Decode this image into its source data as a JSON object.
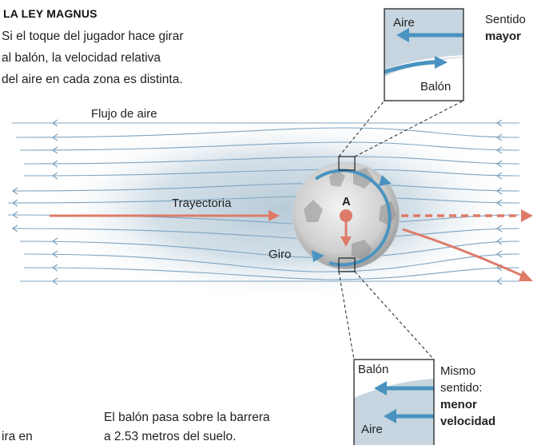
{
  "header": {
    "title": "LA LEY MAGNUS",
    "intro_lines": [
      "Si el toque del jugador hace girar",
      "al balón, la velocidad relativa",
      "del aire en cada zona es distinta."
    ]
  },
  "diagram": {
    "airflow_label": "Flujo de aire",
    "trajectory_label": "Trayectoria",
    "spin_label": "Giro",
    "point_label": "A"
  },
  "top_callout": {
    "air_label": "Aire",
    "ball_label": "Balón",
    "note_line1": "Sentido",
    "note_line2_bold": "mayor"
  },
  "bottom_callout": {
    "ball_label": "Balón",
    "air_label": "Aire",
    "note_line1": "Mismo",
    "note_line2": "sentido:",
    "note_line3_bold": "menor",
    "note_line4_bold": "velocidad"
  },
  "footer": {
    "caption_line1": "El balón pasa sobre la barrera",
    "caption_line2": "a 2.53 metros del suelo.",
    "cut_text": "ira en"
  },
  "colors": {
    "flow_line": "#7fa4c0",
    "arrow_salmon": "#de7a68",
    "spin_blue": "#4a93c0",
    "halo": "#bccdd8"
  }
}
